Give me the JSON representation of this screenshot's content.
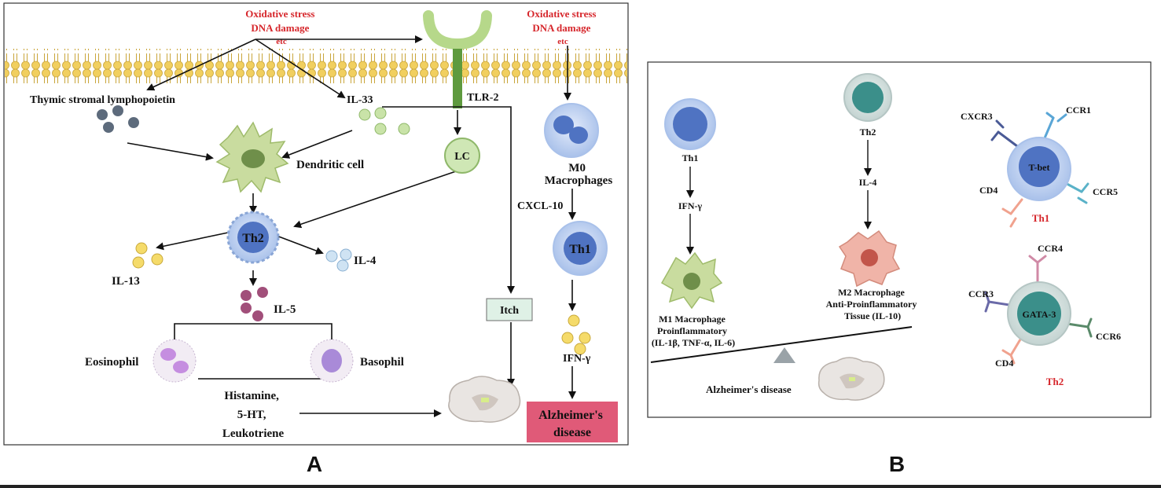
{
  "panel_a": {
    "letter": "A",
    "stress_left": [
      "Oxidative stress",
      "DNA damage",
      "etc"
    ],
    "stress_right": [
      "Oxidative stress",
      "DNA damage",
      "etc"
    ],
    "tslp": "Thymic stromal lymphopoietin",
    "il33": "IL-33",
    "tlr2": "TLR-2",
    "lc": "LC",
    "dendritic": "Dendritic cell",
    "th2": "Th2",
    "il13": "IL-13",
    "il4": "IL-4",
    "il5": "IL-5",
    "eosinophil": "Eosinophil",
    "basophil": "Basophil",
    "mediators": [
      "Histamine,",
      "5-HT,",
      "Leukotriene"
    ],
    "itch": "Itch",
    "m0": [
      "M0",
      "Macrophages"
    ],
    "cxcl10": "CXCL-10",
    "th1": "Th1",
    "ifn": "IFN-γ",
    "ad": [
      "Alzheimer's",
      "disease"
    ]
  },
  "panel_b": {
    "letter": "B",
    "th1": "Th1",
    "th2": "Th2",
    "ifn": "IFN-γ",
    "il4": "IL-4",
    "m1": [
      "M1 Macrophage",
      "Proinflammatory",
      "(IL-1β, TNF-α, IL-6)"
    ],
    "m2": [
      "M2 Macrophage",
      "Anti-Proinflammatory",
      "Tissue (IL-10)"
    ],
    "ad": "Alzheimer's disease",
    "tbet": "T-bet",
    "gata3": "GATA-3",
    "cxcr3": "CXCR3",
    "ccr1": "CCR1",
    "ccr5": "CCR5",
    "cd4_a": "CD4",
    "th1_red": "Th1",
    "ccr4": "CCR4",
    "ccr3": "CCR3",
    "ccr6": "CCR6",
    "cd4_b": "CD4",
    "th2_red": "Th2"
  },
  "colors": {
    "membrane": "#f3d46a",
    "receptor": "#b6d88a",
    "tlr_stem": "#5e9a3e",
    "red_text": "#d6262b",
    "ad_box": "#e05a78",
    "itch_box": "#dff1e6",
    "th_blue": "#4f73c2",
    "th_teal": "#3b8f8a"
  }
}
